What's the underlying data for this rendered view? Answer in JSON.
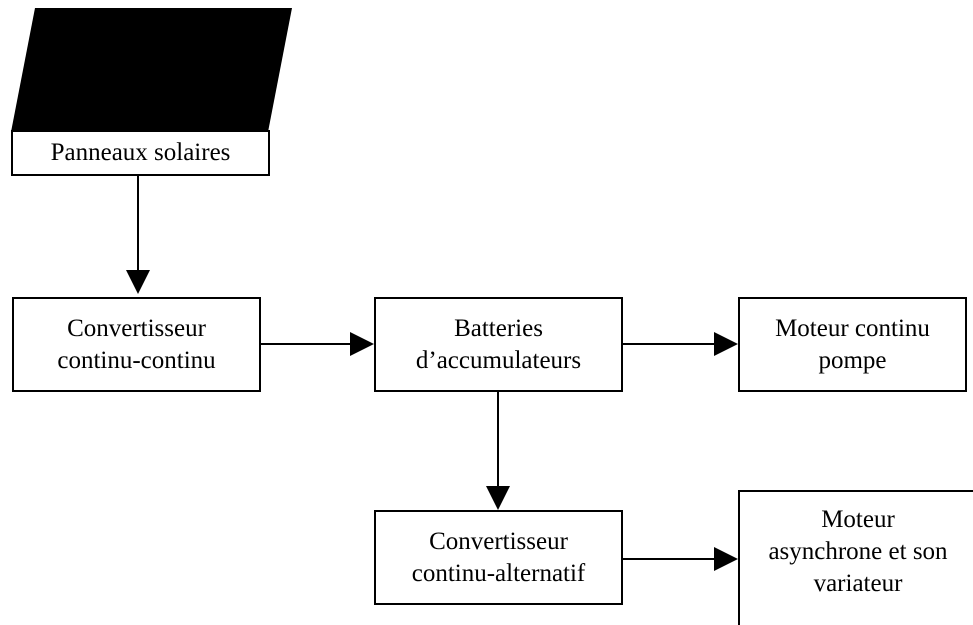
{
  "diagram": {
    "solar_panel_label": "Panneaux solaires",
    "dc_dc_converter": {
      "line1": "Convertisseur",
      "line2": "continu-continu"
    },
    "batteries": {
      "line1": "Batteries",
      "line2": "d’accumulateurs"
    },
    "dc_motor": {
      "line1": "Moteur continu",
      "line2": "pompe"
    },
    "dc_ac_converter": {
      "line1": "Convertisseur",
      "line2": "continu-alternatif"
    },
    "async_motor": {
      "line1": "Moteur",
      "line2": "asynchrone et son",
      "line3": "variateur"
    },
    "colors": {
      "ink": "#000000",
      "background": "#ffffff"
    }
  }
}
